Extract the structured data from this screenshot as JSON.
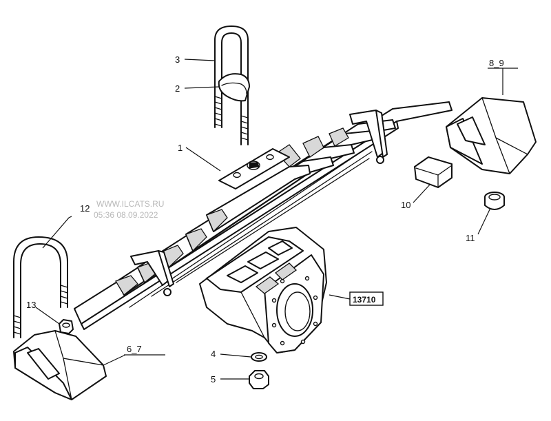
{
  "callouts": {
    "c1": "1",
    "c2": "2",
    "c3": "3",
    "c4": "4",
    "c5": "5",
    "c10": "10",
    "c11": "11",
    "c12": "12",
    "c13": "13",
    "c6_7": "6_7",
    "c8_9": "8_9",
    "c13710": "13710"
  },
  "watermark": {
    "site": "WWW.ILCATS.RU",
    "timestamp": "05:36 08.09.2022"
  }
}
